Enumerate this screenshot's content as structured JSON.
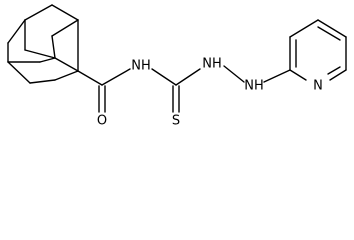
{
  "structure": {
    "atoms": {
      "O": "O",
      "N_amide": "NH",
      "S": "S",
      "N_hydrazine_1": "NH",
      "N_hydrazine_2": "NH",
      "N_pyridine": "N"
    },
    "colors": {
      "bond": "#000000",
      "text": "#000000",
      "background": "#ffffff"
    }
  }
}
